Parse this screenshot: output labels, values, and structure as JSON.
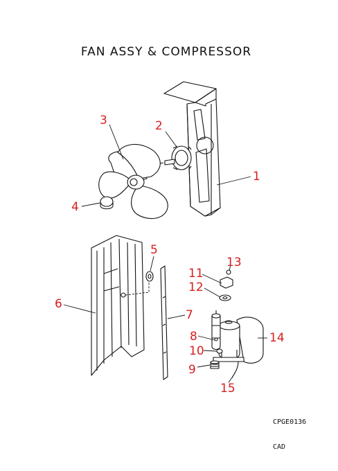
{
  "title": "FAN ASSY & COMPRESSOR",
  "drawing_code": "CPGE0136",
  "cad_label": "CAD",
  "callout_color": "#d61f1f",
  "line_color": "#111111",
  "callouts": [
    "1",
    "2",
    "3",
    "4",
    "5",
    "6",
    "7",
    "8",
    "9",
    "10",
    "11",
    "12",
    "13",
    "14",
    "15"
  ]
}
